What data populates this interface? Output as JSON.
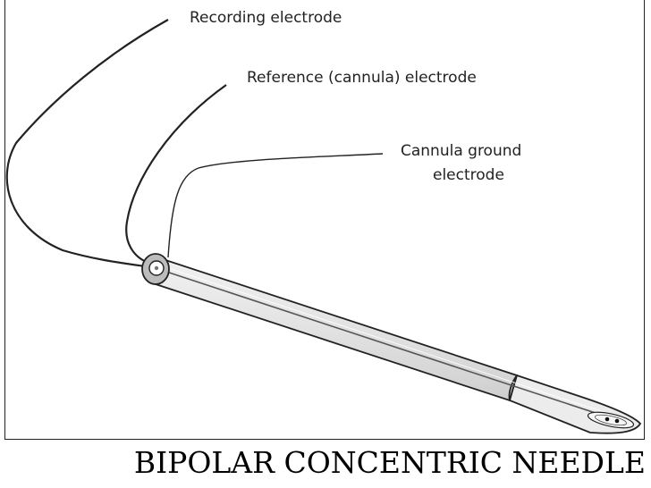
{
  "diagram": {
    "labels": {
      "recording": "Recording electrode",
      "reference": "Reference (cannula) electrode",
      "ground_line1": "Cannula ground",
      "ground_line2": "electrode"
    }
  },
  "slide": {
    "title": "BIPOLAR CONCENTRIC NEEDLE"
  },
  "colors": {
    "stroke": "#222222",
    "needle_fill": "#e6e6e6",
    "needle_shade": "#c8c8c8"
  }
}
